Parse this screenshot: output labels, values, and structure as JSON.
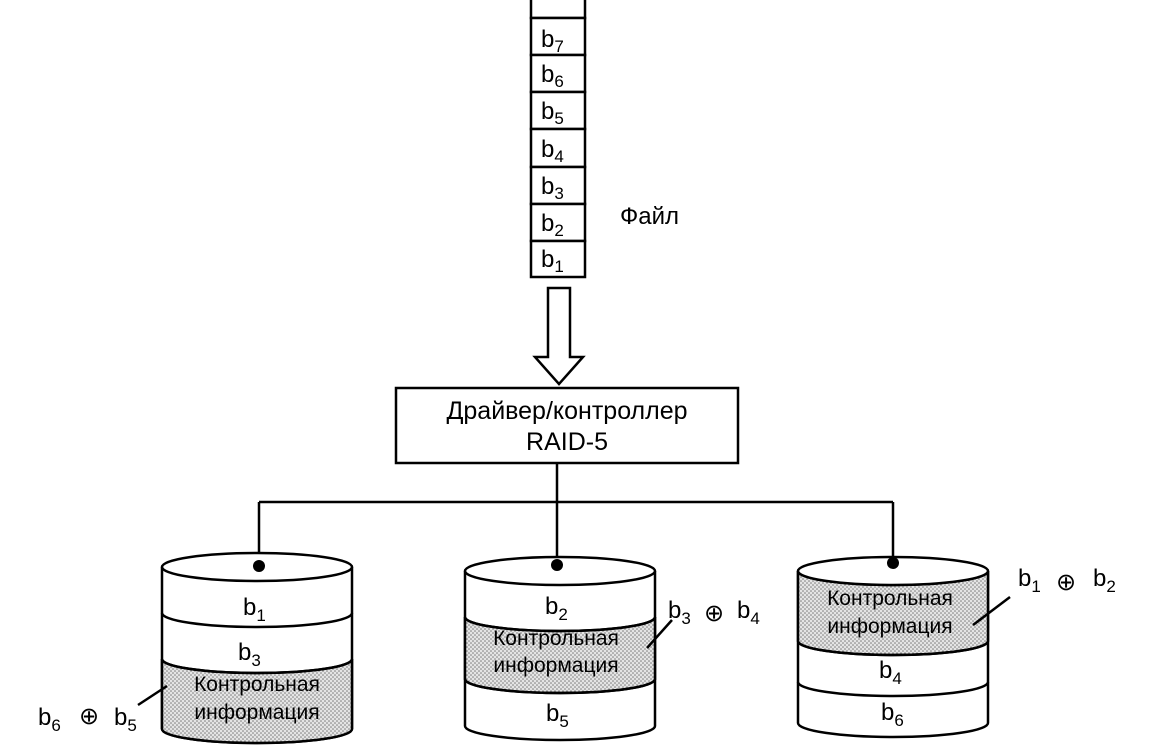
{
  "file": {
    "label": "Файл",
    "blocks": [
      {
        "main": "b",
        "sub": "7"
      },
      {
        "main": "b",
        "sub": "6"
      },
      {
        "main": "b",
        "sub": "5"
      },
      {
        "main": "b",
        "sub": "4"
      },
      {
        "main": "b",
        "sub": "3"
      },
      {
        "main": "b",
        "sub": "2"
      },
      {
        "main": "b",
        "sub": "1"
      }
    ]
  },
  "controller": {
    "line1": "Драйвер/контроллер",
    "line2": "RAID-5"
  },
  "parity_text": {
    "line1": "Контрольная",
    "line2": "информация"
  },
  "disks": [
    {
      "blocks": [
        {
          "main": "b",
          "sub": "1"
        },
        {
          "main": "b",
          "sub": "3"
        }
      ],
      "parity_label": {
        "a": "b",
        "a_sub": "6",
        "op": "⊕",
        "b": "b",
        "b_sub": "5"
      }
    },
    {
      "blocks": [
        {
          "main": "b",
          "sub": "2"
        },
        {
          "main": "b",
          "sub": "5"
        }
      ],
      "parity_label": {
        "a": "b",
        "a_sub": "3",
        "op": "⊕",
        "b": "b",
        "b_sub": "4"
      }
    },
    {
      "blocks": [
        {
          "main": "b",
          "sub": "4"
        },
        {
          "main": "b",
          "sub": "6"
        }
      ],
      "parity_label": {
        "a": "b",
        "a_sub": "1",
        "op": "⊕",
        "b": "b",
        "b_sub": "2"
      }
    }
  ]
}
